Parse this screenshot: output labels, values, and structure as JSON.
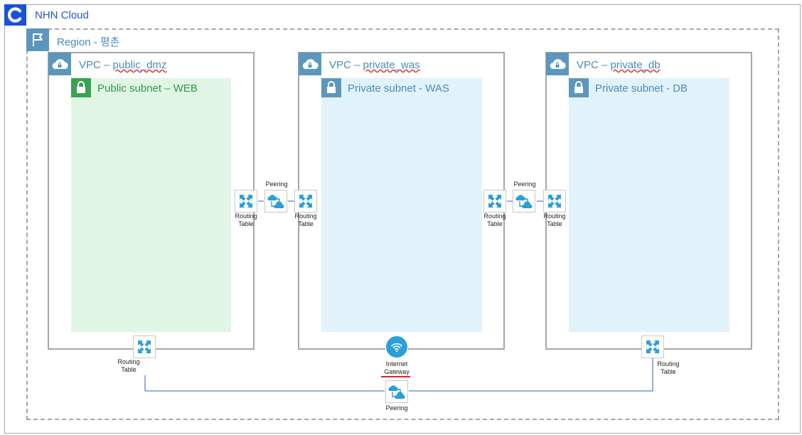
{
  "cloud": {
    "title": "NHN Cloud"
  },
  "region": {
    "title": "Region - 평촌"
  },
  "vpcs": [
    {
      "prefix": "VPC – ",
      "name": "public_dmz",
      "subnet": "Public subnet – WEB"
    },
    {
      "prefix": "VPC – ",
      "name": "private_was",
      "subnet": "Private subnet - WAS"
    },
    {
      "prefix": "VPC – ",
      "name": "private_db",
      "subnet": "Private subnet - DB"
    }
  ],
  "nodes": {
    "peering_label": "Peering",
    "routing_label": "Routing\nTable",
    "gateway_label": "Internet\nGateway"
  },
  "icons": {
    "cloud_logo": "nhn-cloud-logo-icon",
    "region": "region-flag-icon",
    "vpc": "cloud-lock-icon",
    "subnet": "padlock-icon",
    "routing": "routing-arrows-icon",
    "peering": "peering-cloud-icon",
    "gateway": "internet-gateway-icon"
  },
  "colors": {
    "accent_blue": "#1a52d6",
    "icon_blue": "#5b97bd",
    "text_blue": "#4a8bb8",
    "public_green": "#38a352",
    "public_fill": "#e1f5e6",
    "private_fill": "#e2f2fb",
    "connector": "#2f5fbf",
    "highlight_red": "#e02020"
  }
}
